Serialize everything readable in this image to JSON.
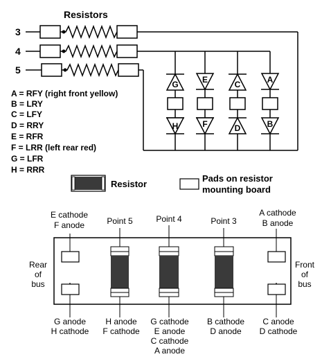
{
  "schematic": {
    "title": "Resistors",
    "inputs": [
      "3",
      "4",
      "5"
    ],
    "diode_letters_top": [
      "G",
      "E",
      "C",
      "A"
    ],
    "diode_letters_bottom": [
      "H",
      "F",
      "D",
      "B"
    ],
    "legend": [
      "A = RFY (right front yellow)",
      "B = LRY",
      "C = LFY",
      "D = RRY",
      "E = RFR",
      "F = LRR (left rear red)",
      "G = LFR",
      "H = RRR"
    ]
  },
  "key": {
    "resistor_label": "Resistor",
    "pads_label_line1": "Pads on resistor",
    "pads_label_line2": "mounting board"
  },
  "board": {
    "rear_label": [
      "Rear",
      "of",
      "bus"
    ],
    "front_label": [
      "Front",
      "of",
      "bus"
    ],
    "top_labels": [
      [
        "E cathode",
        "F anode"
      ],
      [
        "Point 5"
      ],
      [
        "Point 4"
      ],
      [
        "Point 3"
      ],
      [
        "A cathode",
        "B anode"
      ]
    ],
    "bottom_labels": [
      [
        "G anode",
        "H cathode"
      ],
      [
        "H anode",
        "F cathode"
      ],
      [
        "G cathode",
        "E anode",
        "C cathode",
        "A anode"
      ],
      [
        "B cathode",
        "D anode"
      ],
      [
        "C anode",
        "D cathode"
      ]
    ]
  }
}
